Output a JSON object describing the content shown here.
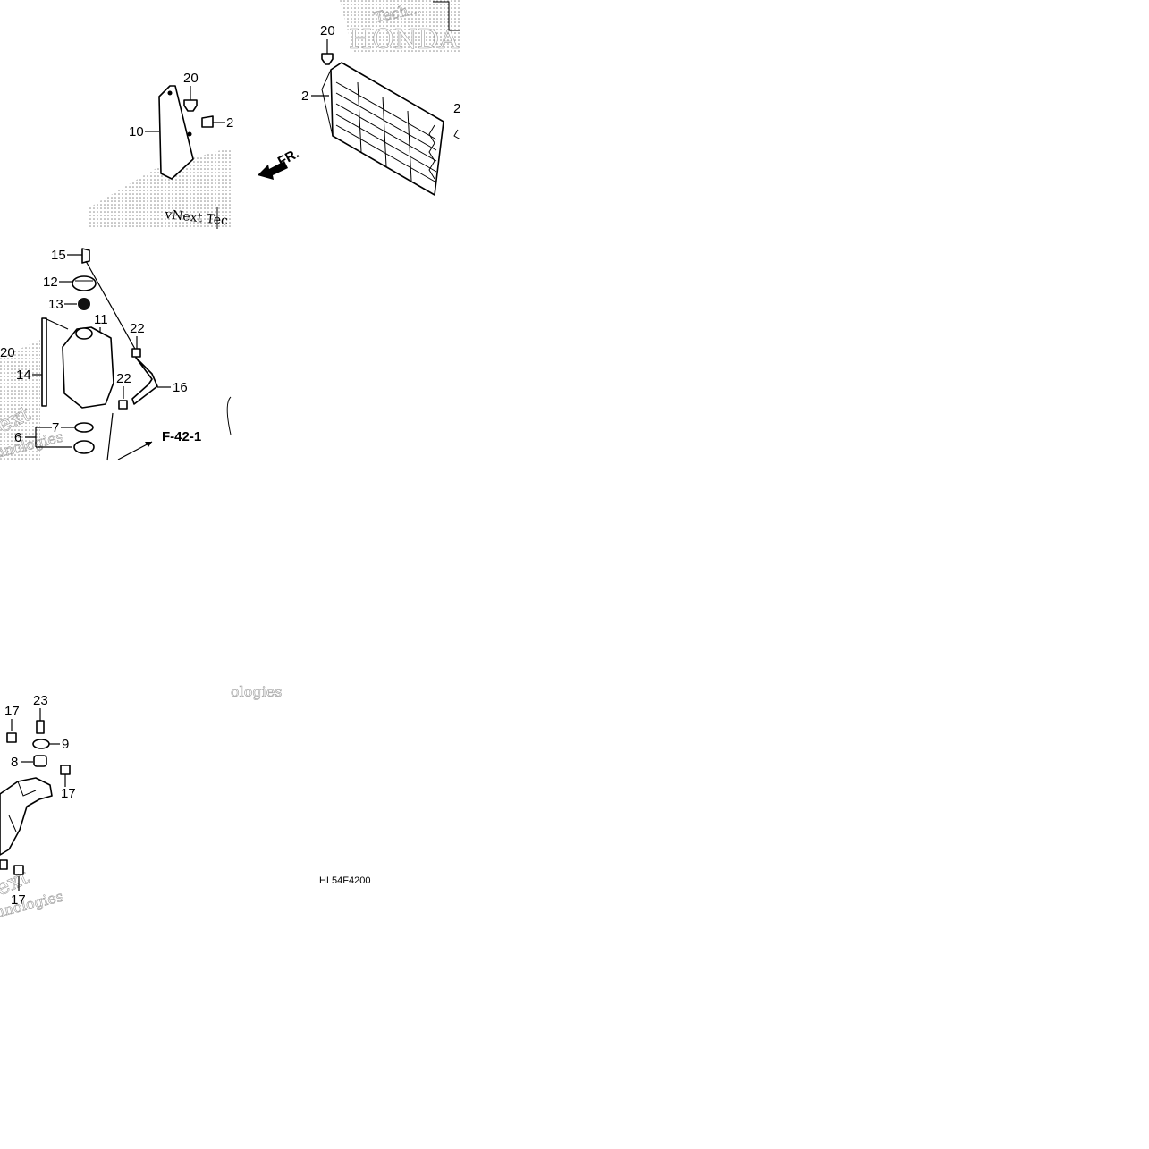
{
  "diagram_code": "HL54F4200",
  "ref_label": "F-42-1",
  "front_marker": "FR.",
  "watermarks": {
    "top_brand": "HONDA",
    "top_tech": "Tech...",
    "mid_left": "vNext Tec",
    "bottom_mid": "ologies",
    "left_a": "ext",
    "left_b": "hnologies",
    "bottom_a": "ext",
    "bottom_b": "hnologies"
  },
  "callouts": {
    "c2": "2",
    "c2b": "2",
    "c6": "6",
    "c7": "7",
    "c8": "8",
    "c9": "9",
    "c10": "10",
    "c11": "11",
    "c12": "12",
    "c13": "13",
    "c14": "14",
    "c15": "15",
    "c16": "16",
    "c17a": "17",
    "c17b": "17",
    "c17c": "17",
    "c20a": "20",
    "c20b": "20",
    "c20c": "2",
    "c20d": "20",
    "c22a": "22",
    "c22b": "22",
    "c23": "23"
  }
}
